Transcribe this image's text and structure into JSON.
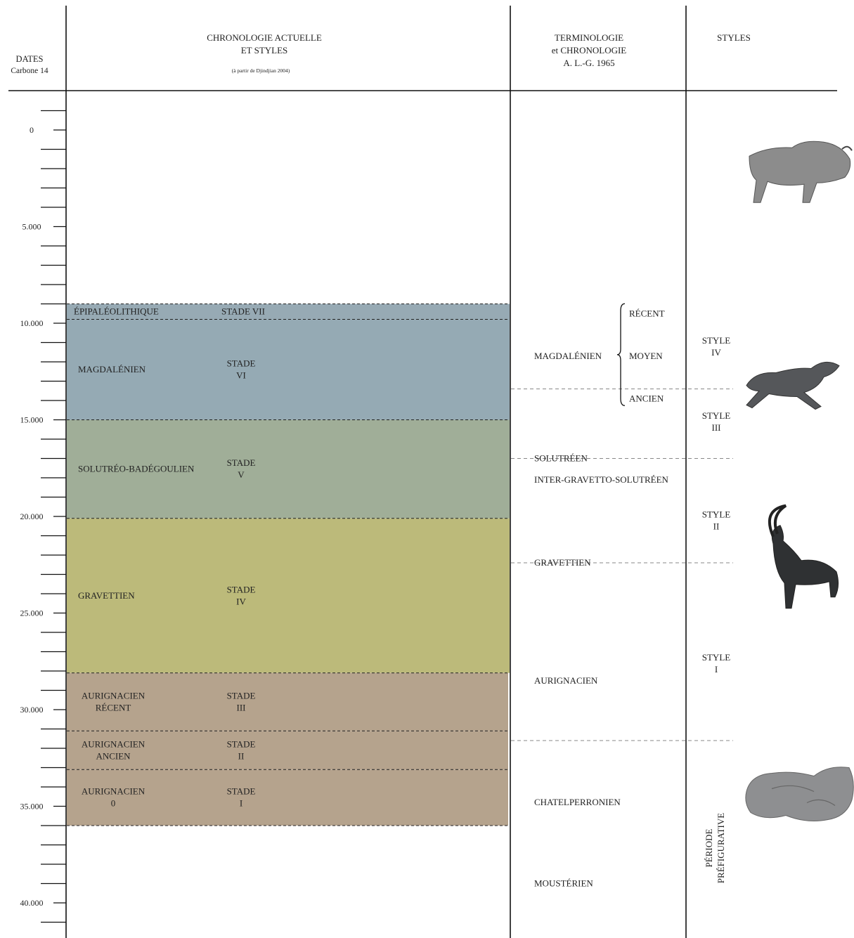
{
  "header": {
    "dates_line1": "DATES",
    "dates_line2": "Carbone 14",
    "chrono_line1": "CHRONOLOGIE ACTUELLE",
    "chrono_line2": "ET STYLES",
    "chrono_note": "(à partir de Djindjian 2004)",
    "term_line1": "TERMINOLOGIE",
    "term_line2": "et CHRONOLOGIE",
    "term_line3": "A. L.-G. 1965",
    "styles": "STYLES"
  },
  "axis": {
    "min": 0,
    "max": 40000,
    "minor_step": 1000,
    "labels": [
      {
        "value": 0,
        "text": "0"
      },
      {
        "value": 5000,
        "text": "5.000"
      },
      {
        "value": 10000,
        "text": "10.000"
      },
      {
        "value": 15000,
        "text": "15.000"
      },
      {
        "value": 20000,
        "text": "20.000"
      },
      {
        "value": 25000,
        "text": "25.000"
      },
      {
        "value": 30000,
        "text": "30.000"
      },
      {
        "value": 35000,
        "text": "35.000"
      },
      {
        "value": 40000,
        "text": "40.000"
      }
    ]
  },
  "periods": [
    {
      "name": [
        "ÉPIPALÉOLITHIQUE"
      ],
      "stage": [
        "STADE VII"
      ],
      "start": 9000,
      "end": 9800,
      "color": "#97aab4"
    },
    {
      "name": [
        "MAGDALÉNIEN"
      ],
      "stage": [
        "STADE",
        "VI"
      ],
      "start": 9800,
      "end": 15000,
      "color": "#95aab4"
    },
    {
      "name": [
        "SOLUTRÉO-BADÉGOULIEN"
      ],
      "stage": [
        "STADE",
        "V"
      ],
      "start": 15000,
      "end": 20100,
      "color": "#a0ae98"
    },
    {
      "name": [
        "GRAVETTIEN"
      ],
      "stage": [
        "STADE",
        "IV"
      ],
      "start": 20100,
      "end": 28100,
      "color": "#bcba7a"
    },
    {
      "name": [
        "AURIGNACIEN",
        "RÉCENT"
      ],
      "stage": [
        "STADE",
        "III"
      ],
      "start": 28100,
      "end": 31100,
      "color": "#b5a38d"
    },
    {
      "name": [
        "AURIGNACIEN",
        "ANCIEN"
      ],
      "stage": [
        "STADE",
        "II"
      ],
      "start": 31100,
      "end": 33100,
      "color": "#b5a38d"
    },
    {
      "name": [
        "AURIGNACIEN",
        "0"
      ],
      "stage": [
        "STADE",
        "I"
      ],
      "start": 33100,
      "end": 36000,
      "color": "#b5a38d"
    }
  ],
  "terminology": [
    {
      "text": "MAGDALÉNIEN",
      "at": 11700
    },
    {
      "text": "SOLUTRÉEN",
      "at": 17000
    },
    {
      "text": "INTER-GRAVETTO-SOLUTRÉEN",
      "at": 18100
    },
    {
      "text": "GRAVETTIEN",
      "at": 22400
    },
    {
      "text": "AURIGNACIEN",
      "at": 28500
    },
    {
      "text": "CHATELPERRONIEN",
      "at": 34800
    },
    {
      "text": "MOUSTÉRIEN",
      "at": 39000
    }
  ],
  "magdalenian_subphases": [
    {
      "text": "RÉCENT",
      "at": 9500
    },
    {
      "text": "MOYEN",
      "at": 11700
    },
    {
      "text": "ANCIEN",
      "at": 13900
    }
  ],
  "boundaries": [
    13400,
    17000,
    22400,
    31600
  ],
  "styles": [
    {
      "lines": [
        "STYLE",
        "IV"
      ],
      "at": 10900
    },
    {
      "lines": [
        "STYLE",
        "III"
      ],
      "at": 14800
    },
    {
      "lines": [
        "STYLE",
        "II"
      ],
      "at": 19900
    },
    {
      "lines": [
        "STYLE",
        "I"
      ],
      "at": 27300
    }
  ],
  "prefigurative": [
    "PÉRIODE",
    "PRÉFIGURATIVE"
  ],
  "images": [
    {
      "icon": "bison-icon",
      "at": 2300,
      "color": "#8c8c8c"
    },
    {
      "icon": "horse-icon",
      "at": 13000,
      "color": "#55575a"
    },
    {
      "icon": "ibex-icon",
      "at": 22500,
      "color": "#2f3133"
    },
    {
      "icon": "engraved-block-icon",
      "at": 35000,
      "color": "#8e8f91"
    }
  ]
}
